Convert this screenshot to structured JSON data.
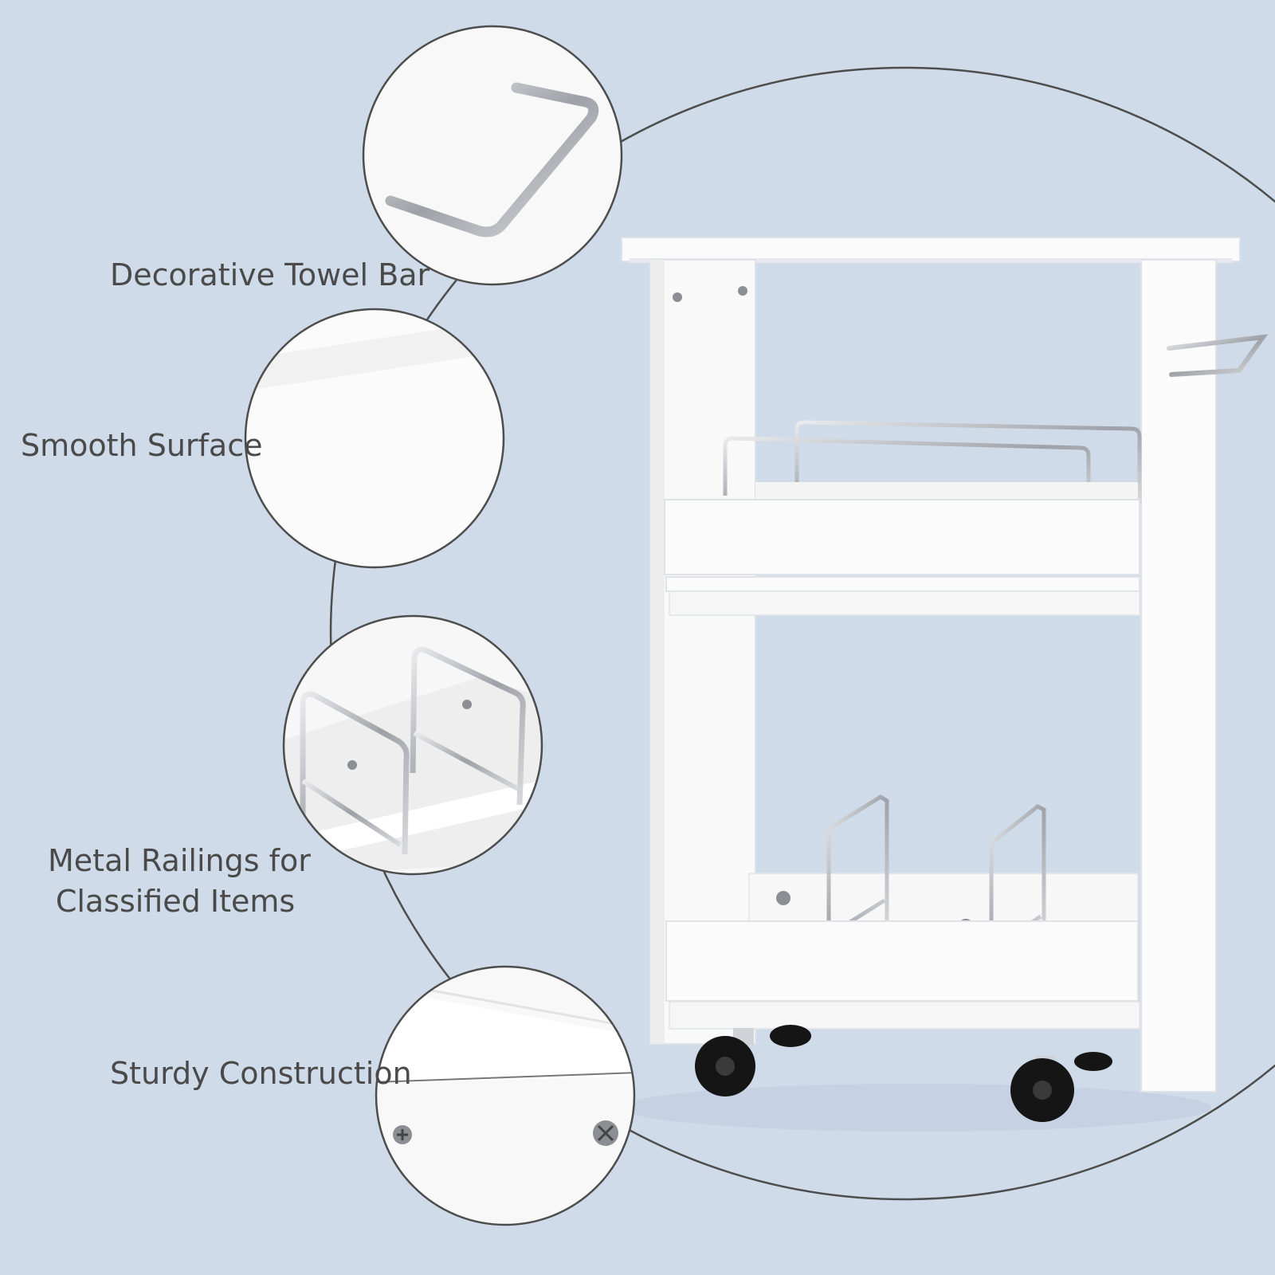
{
  "features": [
    {
      "label": "Decorative Towel Bar"
    },
    {
      "label": "Smooth Surface"
    },
    {
      "label": "Metal Railings for"
    },
    {
      "label": "Classified Items"
    },
    {
      "label": "Sturdy Construction"
    }
  ],
  "colors": {
    "background": "#cfdbe9",
    "circle_outline": "#4d4d4d",
    "label_text": "#4a4a4a",
    "cart_white": "#fbfbfb",
    "chrome": "#b9bcc1",
    "wheel": "#151515"
  },
  "icons": [
    "towel-bar-icon",
    "screw-icon",
    "caster-wheel-icon"
  ]
}
